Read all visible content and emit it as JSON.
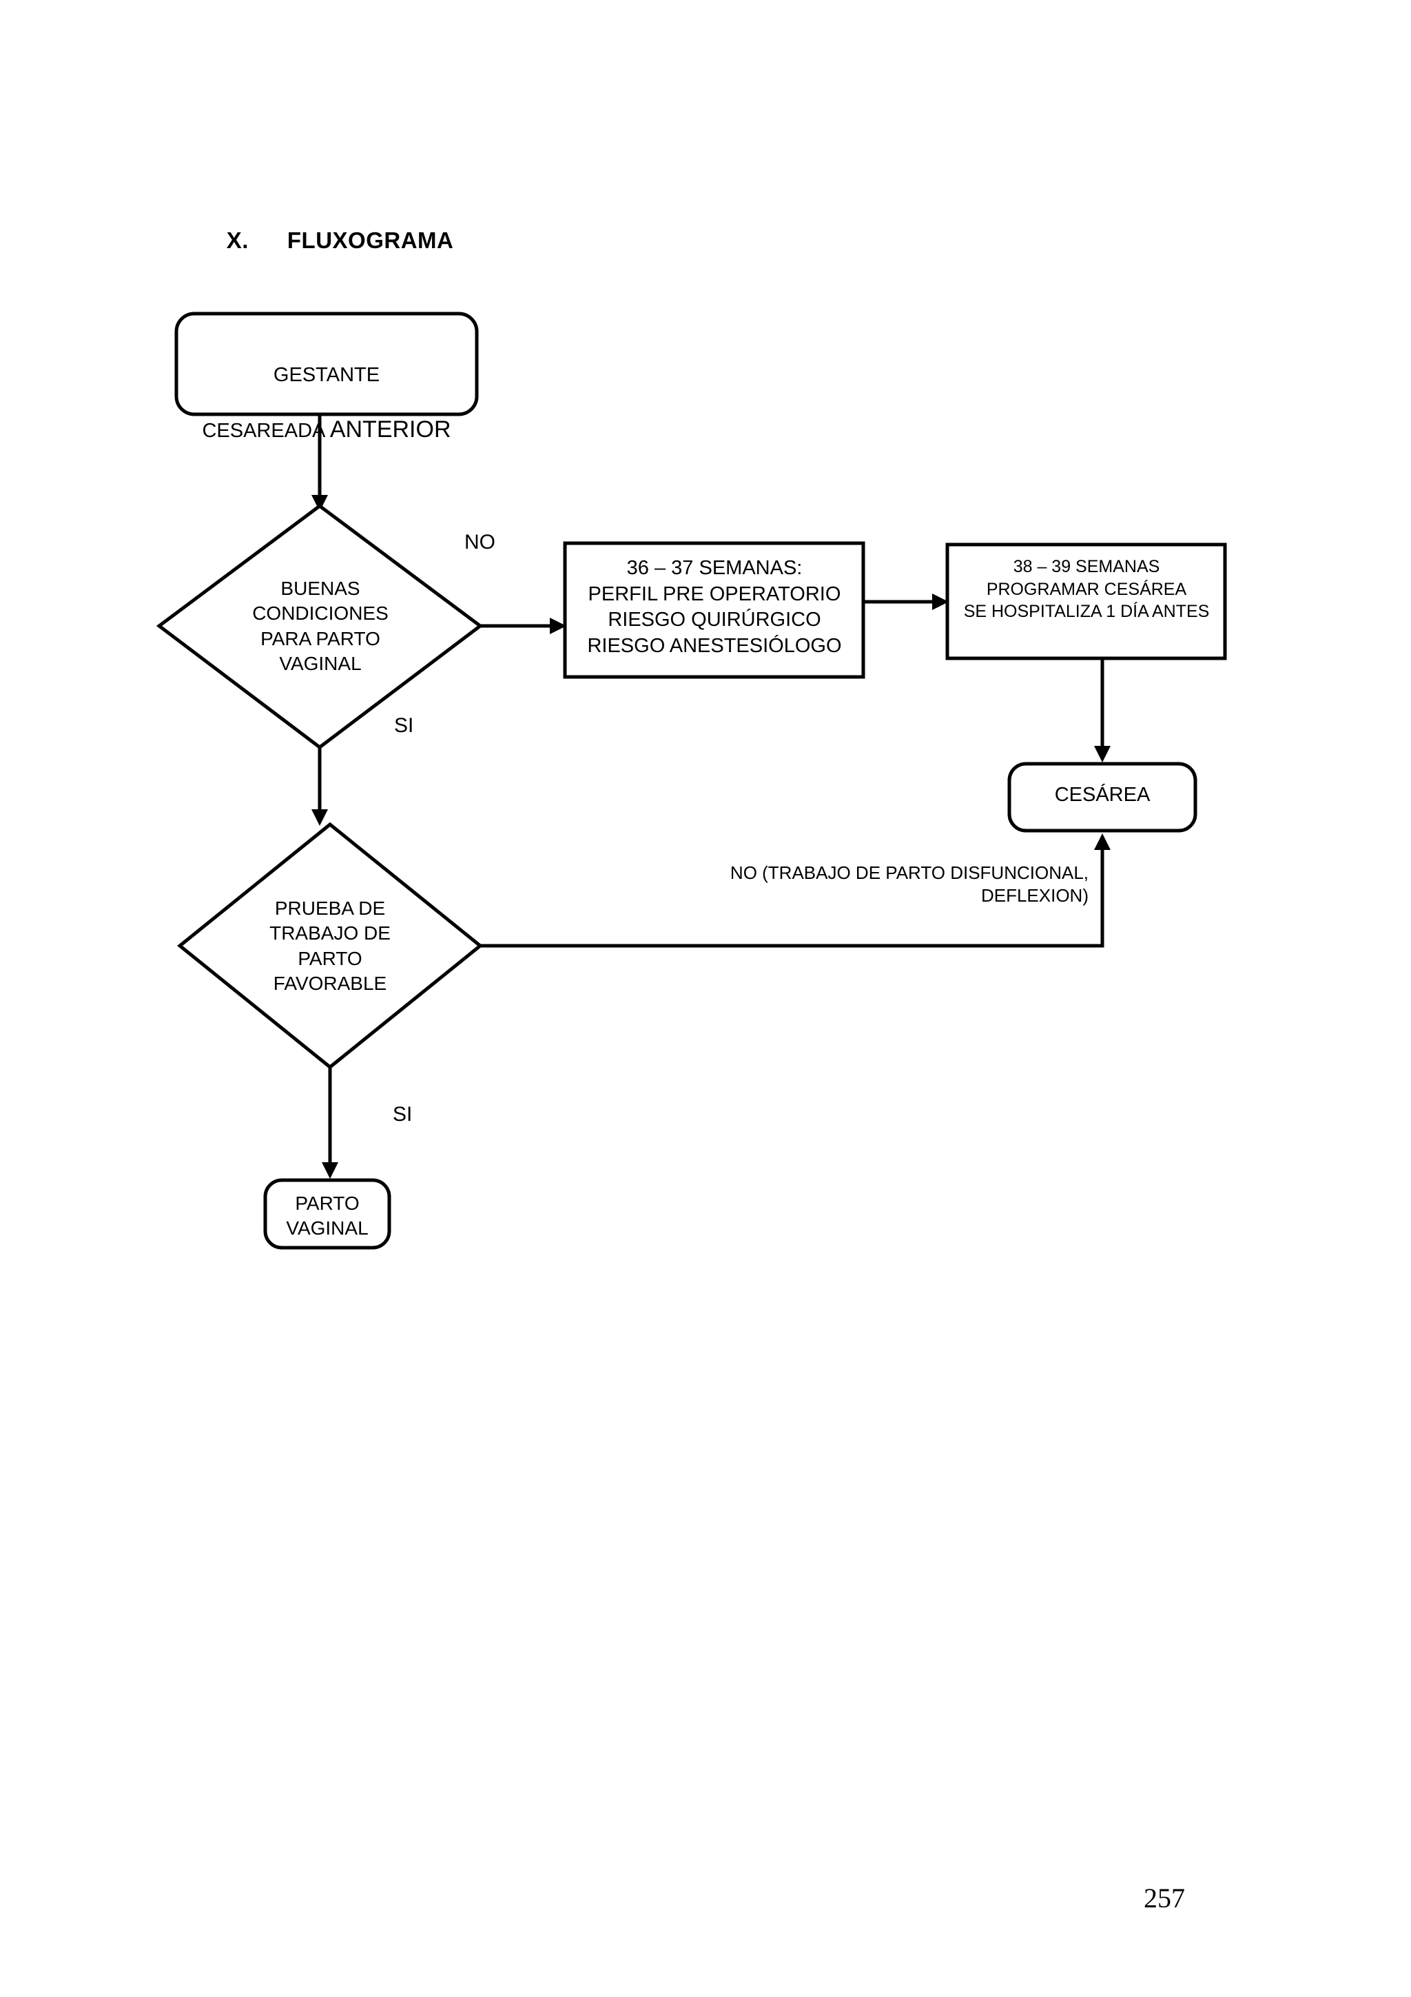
{
  "document": {
    "section_number": "X.",
    "section_title": "FLUXOGRAMA",
    "page_number": "257"
  },
  "flowchart": {
    "nodes": {
      "start": {
        "shape": "rounded-rectangle",
        "line1": "GESTANTE",
        "line2_small": "CESAREADA ",
        "line2_big": "ANTERIOR"
      },
      "decision_conditions": {
        "shape": "diamond",
        "text": "BUENAS\nCONDICIONES\nPARA PARTO\nVAGINAL"
      },
      "preop_box": {
        "shape": "rectangle",
        "text": "36 – 37 SEMANAS:\nPERFIL PRE OPERATORIO\nRIESGO QUIRÚRGICO\nRIESGO ANESTESIÓLOGO"
      },
      "schedule_box": {
        "shape": "rectangle",
        "text": "38 – 39 SEMANAS\nPROGRAMAR CESÁREA\nSE HOSPITALIZA 1 DÍA ANTES"
      },
      "cesarea": {
        "shape": "rounded-rectangle",
        "text": "CESÁREA"
      },
      "decision_labor": {
        "shape": "diamond",
        "text": "PRUEBA DE\nTRABAJO DE\nPARTO\nFAVORABLE"
      },
      "parto_vaginal": {
        "shape": "rounded-rectangle",
        "text": "PARTO\nVAGINAL"
      }
    },
    "edge_labels": {
      "conditions_no": "NO",
      "conditions_si": "SI",
      "labor_no": "NO  (TRABAJO DE PARTO DISFUNCIONAL,\nDEFLEXION)",
      "labor_si": "SI"
    },
    "colors": {
      "stroke": "#000000",
      "fill": "#ffffff",
      "text": "#000000"
    }
  }
}
